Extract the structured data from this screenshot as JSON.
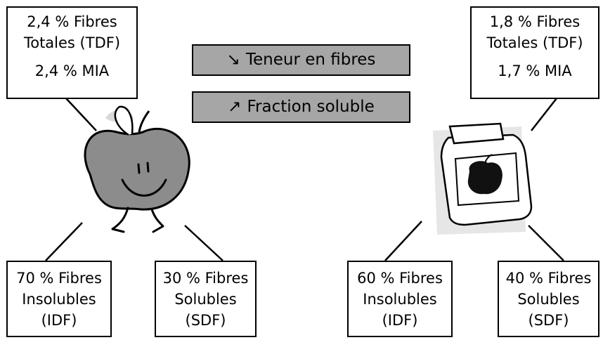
{
  "banners": {
    "fibre_content": {
      "arrow": "↘",
      "label": "Teneur en fibres"
    },
    "soluble_fraction": {
      "arrow": "↗",
      "label": "Fraction soluble"
    }
  },
  "apple": {
    "totals": {
      "tdf_line1": "2,4 % Fibres",
      "tdf_line2": "Totales (TDF)",
      "mia": "2,4 % MIA"
    },
    "insoluble": {
      "line1": "70 % Fibres",
      "line2": "Insolubles",
      "line3": "(IDF)"
    },
    "soluble": {
      "line1": "30 % Fibres",
      "line2": "Solubles",
      "line3": "(SDF)"
    }
  },
  "jar": {
    "totals": {
      "tdf_line1": "1,8 % Fibres",
      "tdf_line2": "Totales (TDF)",
      "mia": "1,7 % MIA"
    },
    "insoluble": {
      "line1": "60 % Fibres",
      "line2": "Insolubles",
      "line3": "(IDF)"
    },
    "soluble": {
      "line1": "40 % Fibres",
      "line2": "Solubles",
      "line3": "(SDF)"
    }
  },
  "colors": {
    "banner_fill": "#a6a6a6",
    "apple_fill": "#8c8c8c",
    "shadow": "#e6e6e6"
  },
  "icons": [
    "apple-character-illustration",
    "jar-illustration"
  ]
}
